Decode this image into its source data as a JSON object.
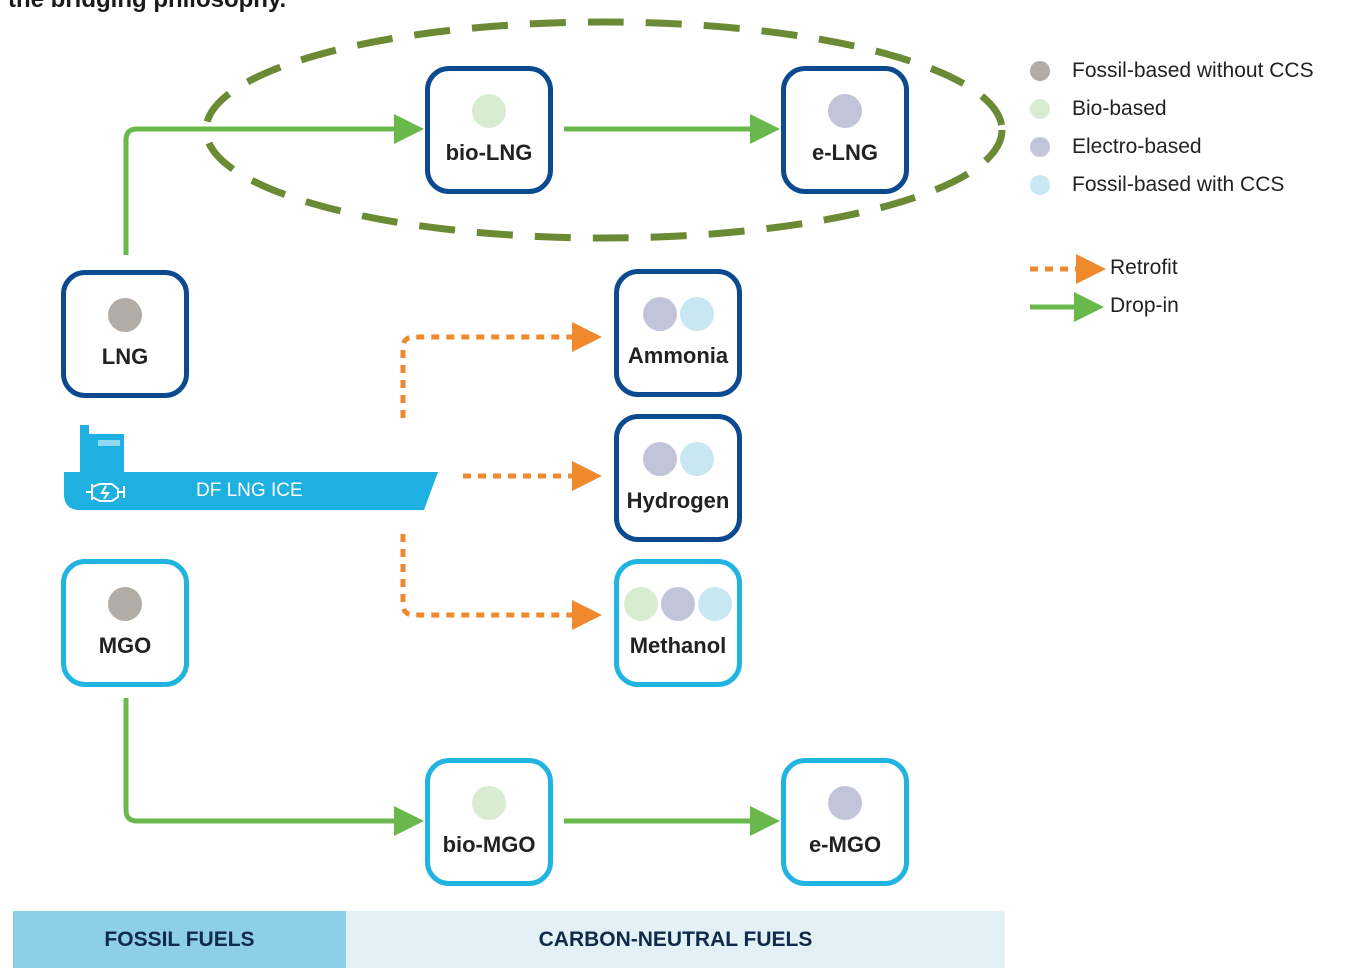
{
  "title": "the bridging philosophy.",
  "colors": {
    "fossil": "#b2aca6",
    "bio": "#d8ecd2",
    "electro": "#c2c4da",
    "ccs": "#c9e6f3",
    "retrofit": "#ee8a2d",
    "dropin": "#6ab84c",
    "ellipse": "#6b8a34",
    "box_dark": "#0b4a8f",
    "box_light": "#21b4e0",
    "ship": "#1eb0e1",
    "fossil_band": "#8ccfe6",
    "carbon_band": "#e3f1f7"
  },
  "fuels": {
    "lng": {
      "label": "LNG",
      "dots": [
        "fossil"
      ]
    },
    "bio_lng": {
      "label": "bio-LNG",
      "dots": [
        "bio"
      ]
    },
    "e_lng": {
      "label": "e-LNG",
      "dots": [
        "electro"
      ]
    },
    "ammonia": {
      "label": "Ammonia",
      "dots": [
        "electro",
        "ccs"
      ]
    },
    "hydrogen": {
      "label": "Hydrogen",
      "dots": [
        "electro",
        "ccs"
      ]
    },
    "methanol": {
      "label": "Methanol",
      "dots": [
        "bio",
        "electro",
        "ccs"
      ]
    },
    "mgo": {
      "label": "MGO",
      "dots": [
        "fossil"
      ]
    },
    "bio_mgo": {
      "label": "bio-MGO",
      "dots": [
        "bio"
      ]
    },
    "e_mgo": {
      "label": "e-MGO",
      "dots": [
        "electro"
      ]
    }
  },
  "ship": {
    "label": "DF LNG ICE",
    "icon": "engine-icon"
  },
  "legend": {
    "fuel_types": [
      {
        "label": "Fossil-based without CCS",
        "color": "fossil"
      },
      {
        "label": "Bio-based",
        "color": "bio"
      },
      {
        "label": "Electro-based",
        "color": "electro"
      },
      {
        "label": "Fossil-based with CCS",
        "color": "ccs"
      }
    ],
    "arrows": [
      {
        "label": "Retrofit",
        "style": "dashed-orange"
      },
      {
        "label": "Drop-in",
        "style": "solid-green"
      }
    ]
  },
  "bands": {
    "fossil": "FOSSIL FUELS",
    "carbon_neutral": "CARBON-NEUTRAL FUELS"
  }
}
